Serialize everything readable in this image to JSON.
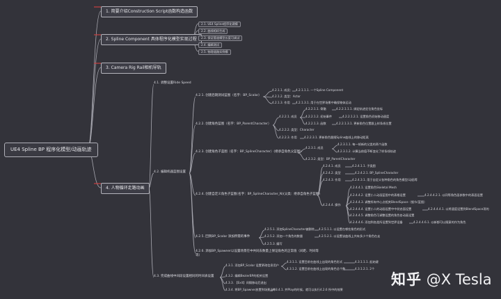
{
  "root": "UE4 Spline BP 程序化模型/动画轨迹",
  "branches": [
    "1. 简要介绍Construction Script函数构造函数",
    "2. Spline Component 具体程序化模型实现过程",
    "3. Camera Rig Rail相机导轨",
    "4. 人物循环走路动画"
  ],
  "b2_children": [
    "2.1. UE4 Spline程序化建模",
    "2.2. 曲线相机生成",
    "2.3. 保证管道模型长度可调试",
    "2.4. 编辑测试",
    "2.5. 物理道路实例模"
  ],
  "b4": {
    "n41": "4.1. 调整设置Ride Speed",
    "n42": "4.2. 编辑机器蓝图设置",
    "n421": "4.2.1. 创建后期测试蓝图（名字：BP_Scalar）",
    "n4211": "4.2.1.1. 成员：",
    "n42111": "4.2.1.1.1. 一个Spline Component",
    "n4212": "4.2.1.2. 类型：Actor",
    "n4213": "4.2.1.3. 作用",
    "n42131": "4.2.1.3.1. 用于在世界场景中确保物体运动",
    "n422": "4.2.2. 创建角色蓝图（名字：BP_ParentCharacter）",
    "n4221": "4.2.2.1. 成员",
    "n42211": "4.2.2.1.1. 骨骼",
    "n422111": "4.2.2.1.1.1. 绑定轨迹定位角色坐标",
    "n42212": "4.2.2.1.2. 初始事件",
    "n422121": "4.2.2.1.2.1. 设置角色初始移动速度",
    "n42213": "4.2.2.1.3. 函数",
    "n422131": "4.2.2.1.3.1. 更新角色位置跟上样条线位置",
    "n4222": "4.2.2.2. 类型：Character",
    "n4223": "4.2.2.3. 作用",
    "n42231": "4.2.2.3.1. 更新角色跟随Spline曲线上的移动距离",
    "n423": "4.2.3. 创建角色子蓝图（名字：BP_SplineCharacter）(继承自角色父蓝图)",
    "n4231": "4.2.3.1. 成员",
    "n42311": "4.2.3.1.1. 每一帧新的父类的两个函数",
    "n42312": "4.2.3.1.2. 计算当前值不断变化了样条线轨迹",
    "n4232": "4.2.3.2. 类型：BP_ParentCharacter",
    "n424": "4.2.4. 创建自定义角色子蓝图(名字：BP_SplineCharacter_N)(父类：继承自角色子蓝图)",
    "n4241": "4.2.4.1. 成员",
    "n42411": "4.2.4.1.1. 子类图",
    "n4242": "4.2.4.2. 类型",
    "n42421": "4.2.4.2.1. BP_SplineCharacter",
    "n4243": "4.2.4.3. 作用",
    "n42431": "4.2.4.3.1. 用于自定义各种角色的角色模型/动画等",
    "n4244": "4.2.4.4. 操作",
    "n42441": "4.2.4.4.1. 设置角色Skeletal Mesh",
    "n42442": "4.2.4.4.2. 设置小人动画蓝图中的表格设置",
    "n424421": "4.2.4.4.2.1. 以同等角色面参数中的表面设置",
    "n42443": "4.2.4.4.3. 调整所有中心点相关BlendSpace（细节/蓝图）",
    "n42444": "4.2.4.4.4. 设置小人的动画设置中中状态面设置",
    "n424441": "4.2.4.4.4.1. 以将速度设置到BlendSpace项的",
    "n42445": "4.2.4.4.5. 调整角色可调整设置的角色各动画设置",
    "n42446": "4.2.4.4.6. 添加到各类所设置到世界设备",
    "n424461": "4.2.4.4.6.1. 以新都可以随意的作为角色",
    "n425": "4.2.5. 回到BP_Scalar 添加所需的事件",
    "n4251": "4.2.5.1. 添加SplineCharacter被删除",
    "n42511": "4.2.5.1.1. 以设置在哪些角色的形式",
    "n4252": "4.2.5.2. 添加一个角色的数量",
    "n42521": "4.2.5.2.1. 以设置该曲线上共有多少个角色在走",
    "n4253": "4.2.5.3. 编写",
    "n426": "4.2.6. 添加BP_Spawner以设置场景在中共同去数量上保证角色的正常值（间距、时间等等）",
    "n43": "4.3. 完成曲线中间段设置相同的时间表设置",
    "n431": "4.3.1. 添加BP_Scalar 设置更改信息用户",
    "n4311": "4.3.1.1. 设置目前在曲线上出现的角色形式",
    "n43111": "4.3.1.1.1. 起始键",
    "n4312": "4.3.1.2. 设置目前在曲线上出现的角色总个数",
    "n43121": "4.3.1.2.1. 2个",
    "n432": "4.3.2. 编辑BezierBP的相关设置",
    "n433": "4.3.3. 【Exit】间隔移动后退出",
    "n434": "4.3.4. 将BP_Spawner放置到场景当中",
    "n4341": "4.3.4.1. 并Play的时候，就可以执行4.2.6 所中的效果"
  },
  "watermark": {
    "logo": "知乎",
    "author": "@X Tesla"
  },
  "colors": {
    "background": "#33333a",
    "line": "#a8a8b0",
    "accent": "#c94040"
  }
}
